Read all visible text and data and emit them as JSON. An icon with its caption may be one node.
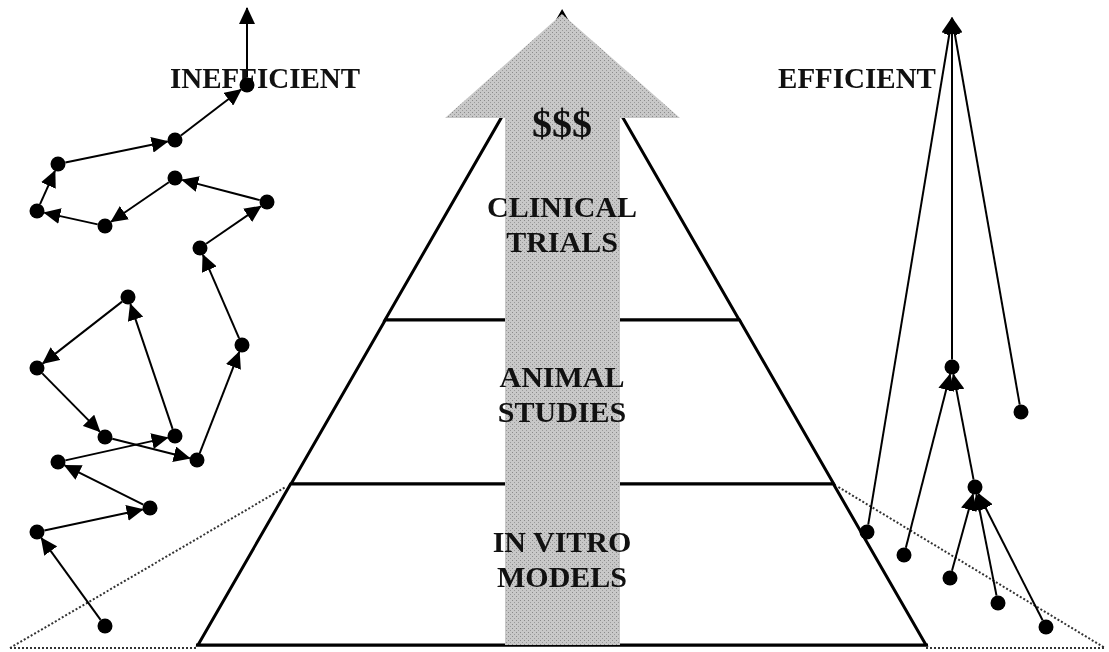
{
  "diagram": {
    "nodes": [
      {
        "text": [
          "CLINICAL TRIALS"
        ]
      },
      {
        "text": [
          "ANIMAL STUDIES"
        ]
      },
      {
        "text": [
          "IN VITRO MODELS"
        ]
      },
      {
        "text": [],
        "shape": "circle"
      },
      {
        "text": [],
        "shape": "circle"
      },
      {
        "text": [],
        "shape": "circle"
      },
      {
        "text": [],
        "shape": "circle"
      },
      {
        "text": [],
        "shape": "circle"
      },
      {
        "text": [],
        "shape": "circle"
      },
      {
        "text": [],
        "shape": "circle"
      },
      {
        "text": [],
        "shape": "circle"
      },
      {
        "text": [],
        "shape": "circle"
      },
      {
        "text": [],
        "shape": "circle"
      },
      {
        "text": [],
        "shape": "circle"
      },
      {
        "text": [],
        "shape": "circle"
      },
      {
        "text": [],
        "shape": "circle"
      },
      {
        "text": [],
        "shape": "circle"
      },
      {
        "text": [],
        "shape": "circle"
      },
      {
        "text": [],
        "shape": "circle"
      },
      {
        "text": [],
        "shape": "circle"
      },
      {
        "text": [],
        "shape": "circle"
      },
      {
        "text": [],
        "shape": "circle"
      },
      {
        "text": [],
        "shape": "circle"
      },
      {
        "text": [],
        "shape": "circle"
      },
      {
        "text": [],
        "shape": "circle"
      },
      {
        "text": [],
        "shape": "circle"
      },
      {
        "text": [],
        "shape": "circle"
      },
      {
        "text": [],
        "shape": "circle"
      },
      {
        "text": [],
        "shape": "circle"
      }
    ],
    "edges": [
      {
        "from": 3,
        "to": 4,
        "arrow": "to"
      },
      {
        "from": 4,
        "to": 5,
        "arrow": "to"
      },
      {
        "from": 5,
        "to": 6,
        "arrow": "to"
      },
      {
        "from": 6,
        "to": 7,
        "arrow": "to"
      },
      {
        "from": 7,
        "to": 8,
        "arrow": "to"
      },
      {
        "from": 8,
        "to": 9,
        "arrow": "to"
      },
      {
        "from": 9,
        "to": 10,
        "arrow": "to"
      },
      {
        "from": 10,
        "to": 11,
        "arrow": "to"
      },
      {
        "from": 11,
        "to": 12,
        "arrow": "to"
      },
      {
        "from": 12,
        "to": 13,
        "arrow": "to"
      },
      {
        "from": 13,
        "to": 14,
        "arrow": "to"
      },
      {
        "from": 14,
        "to": 15,
        "arrow": "to"
      },
      {
        "from": 15,
        "to": 16,
        "arrow": "to"
      },
      {
        "from": 16,
        "to": 17,
        "arrow": "to"
      },
      {
        "from": 17,
        "to": 18,
        "arrow": "to"
      },
      {
        "from": 18,
        "to": 19,
        "arrow": "to"
      },
      {
        "from": 19,
        "to": 20,
        "arrow": "to"
      },
      {
        "from": 20,
        "to": null,
        "arrow": "to"
      },
      {
        "from": 21,
        "to": null,
        "arrow": "to"
      },
      {
        "from": 22,
        "to": null,
        "arrow": "to"
      },
      {
        "from": 24,
        "to": null,
        "arrow": "to"
      },
      {
        "from": 25,
        "to": 21,
        "arrow": "to"
      },
      {
        "from": 23,
        "to": 21,
        "arrow": "to"
      },
      {
        "from": 26,
        "to": 23,
        "arrow": "to"
      },
      {
        "from": 27,
        "to": 23,
        "arrow": "to"
      },
      {
        "from": 28,
        "to": 23,
        "arrow": "to"
      }
    ],
    "labels": [
      "INEFFICIENT",
      "$$$",
      "EFFICIENT"
    ]
  }
}
